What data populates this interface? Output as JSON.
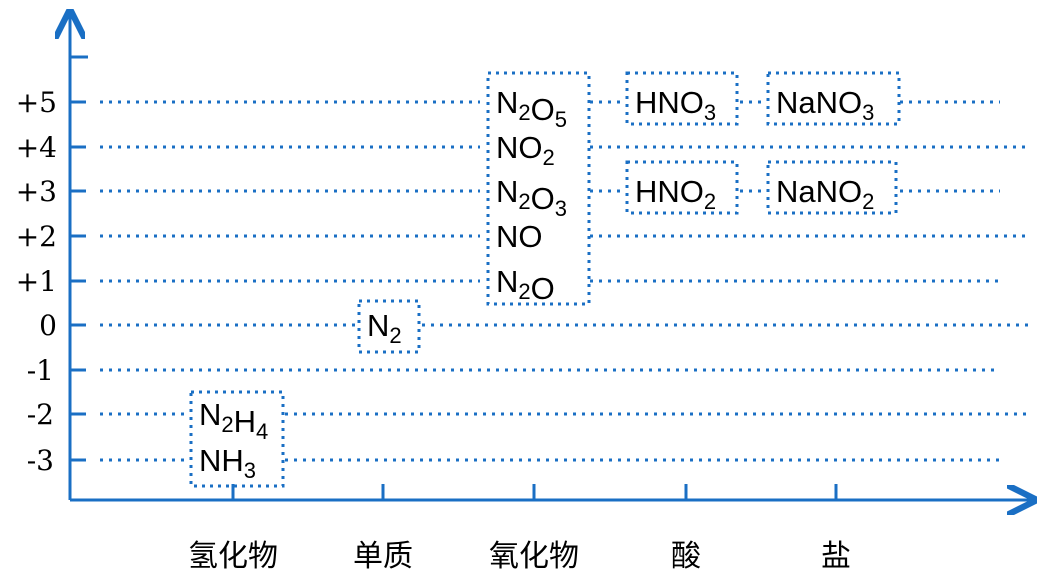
{
  "valence_labels": [
    "+5",
    "+4",
    "+3",
    "+2",
    "+1",
    "0",
    "-1",
    "-2",
    "-3"
  ],
  "category_labels": [
    "氢化物",
    "单质",
    "氧化物",
    "酸",
    "盐"
  ],
  "colors": {
    "axis": "#1a6fc4",
    "text": "#000000"
  },
  "groups": [
    {
      "name": "hydrides-box",
      "category": 0,
      "items": [
        {
          "valence": "-2",
          "parts": [
            [
              "N",
              ""
            ],
            [
              "2",
              "sub"
            ],
            [
              "H",
              ""
            ],
            [
              "4",
              "sub"
            ]
          ]
        },
        {
          "valence": "-3",
          "parts": [
            [
              "NH",
              ""
            ],
            [
              "3",
              "sub"
            ]
          ]
        }
      ]
    },
    {
      "name": "element-box",
      "category": 1,
      "items": [
        {
          "valence": "0",
          "parts": [
            [
              "N",
              ""
            ],
            [
              "2",
              "sub"
            ]
          ]
        }
      ]
    },
    {
      "name": "oxides-box",
      "category": 2,
      "items": [
        {
          "valence": "+5",
          "parts": [
            [
              "N",
              ""
            ],
            [
              "2",
              "sub"
            ],
            [
              "O",
              ""
            ],
            [
              "5",
              "sub"
            ]
          ]
        },
        {
          "valence": "+4",
          "parts": [
            [
              "NO",
              ""
            ],
            [
              "2",
              "sub"
            ]
          ]
        },
        {
          "valence": "+3",
          "parts": [
            [
              "N",
              ""
            ],
            [
              "2",
              "sub"
            ],
            [
              "O",
              ""
            ],
            [
              "3",
              "sub"
            ]
          ]
        },
        {
          "valence": "+2",
          "parts": [
            [
              "NO",
              ""
            ]
          ]
        },
        {
          "valence": "+1",
          "parts": [
            [
              "N",
              ""
            ],
            [
              "2",
              "sub"
            ],
            [
              "O",
              ""
            ]
          ]
        }
      ]
    },
    {
      "name": "acid-hno3-box",
      "category": 3,
      "items": [
        {
          "valence": "+5",
          "parts": [
            [
              "HNO",
              ""
            ],
            [
              "3",
              "sub"
            ]
          ]
        }
      ]
    },
    {
      "name": "acid-hno2-box",
      "category": 3,
      "items": [
        {
          "valence": "+3",
          "parts": [
            [
              "HNO",
              ""
            ],
            [
              "2",
              "sub"
            ]
          ]
        }
      ]
    },
    {
      "name": "salt-nano3-box",
      "category": 4,
      "items": [
        {
          "valence": "+5",
          "parts": [
            [
              "NaNO",
              ""
            ],
            [
              "3",
              "sub"
            ]
          ]
        }
      ]
    },
    {
      "name": "salt-nano2-box",
      "category": 4,
      "items": [
        {
          "valence": "+3",
          "parts": [
            [
              "NaNO",
              ""
            ],
            [
              "2",
              "sub"
            ]
          ]
        }
      ]
    }
  ]
}
